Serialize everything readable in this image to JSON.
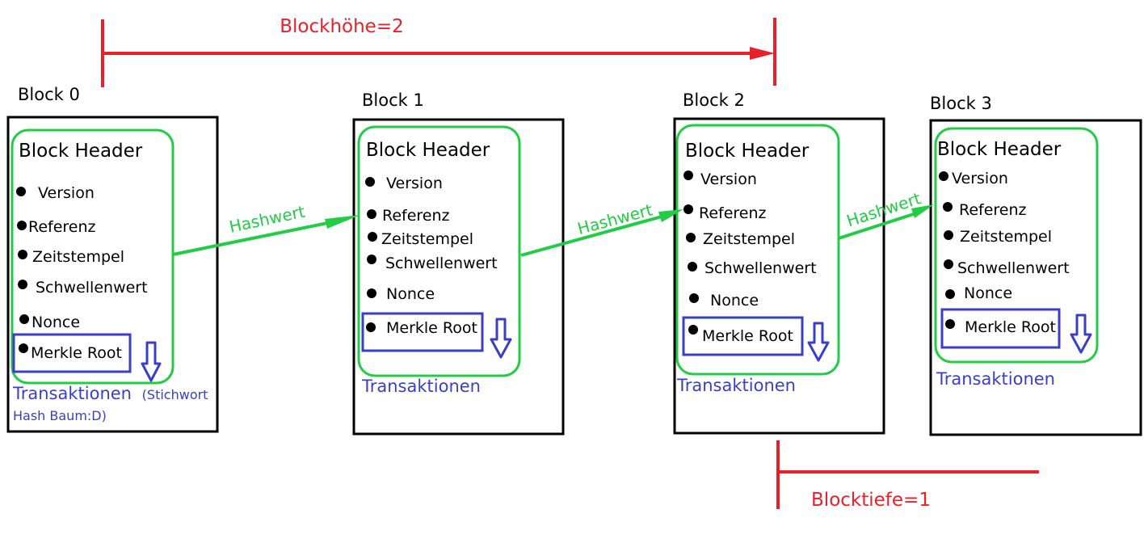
{
  "colors": {
    "red": "#e8202a",
    "green": "#22cc44",
    "blue": "#3a3fc4",
    "black": "#000000"
  },
  "measures": {
    "height_label": "Blockhöhe=2",
    "depth_label": "Blocktiefe=1"
  },
  "header_title": "Block Header",
  "fields": [
    "Version",
    "Referenz",
    "Zeitstempel",
    "Schwellenwert",
    "Nonce"
  ],
  "merkle_label": "Merkle Root",
  "transactions_label": "Transaktionen",
  "block0_note_part1": "(Stichwort",
  "block0_note_part2": "Hash Baum:D)",
  "link_label": "Hashwert",
  "blocks": [
    {
      "title": "Block 0"
    },
    {
      "title": "Block 1"
    },
    {
      "title": "Block 2"
    },
    {
      "title": "Block 3"
    }
  ],
  "icons": {
    "down_arrow": "down-arrow-icon",
    "bullet": "bullet-dot-icon"
  }
}
